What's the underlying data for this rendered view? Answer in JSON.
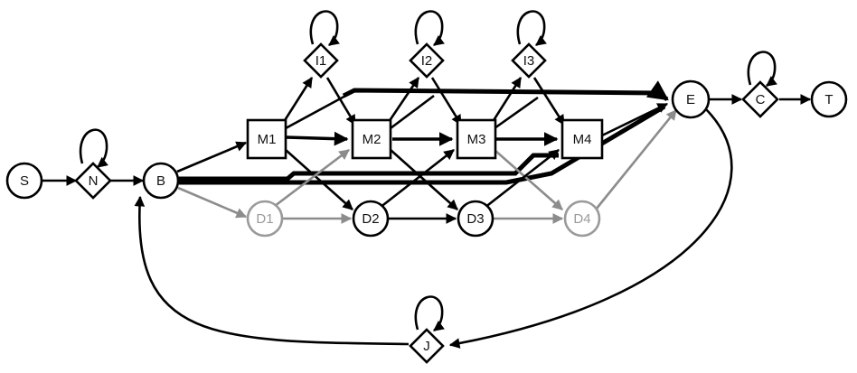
{
  "diagram": {
    "nodes": {
      "S": "S",
      "N": "N",
      "B": "B",
      "M1": "M1",
      "M2": "M2",
      "M3": "M3",
      "M4": "M4",
      "I1": "I1",
      "I2": "I2",
      "I3": "I3",
      "D1": "D1",
      "D2": "D2",
      "D3": "D3",
      "D4": "D4",
      "E": "E",
      "C": "C",
      "T": "T",
      "J": "J"
    },
    "colors": {
      "primary": "#000000",
      "secondary": "#9a9a9a"
    }
  }
}
